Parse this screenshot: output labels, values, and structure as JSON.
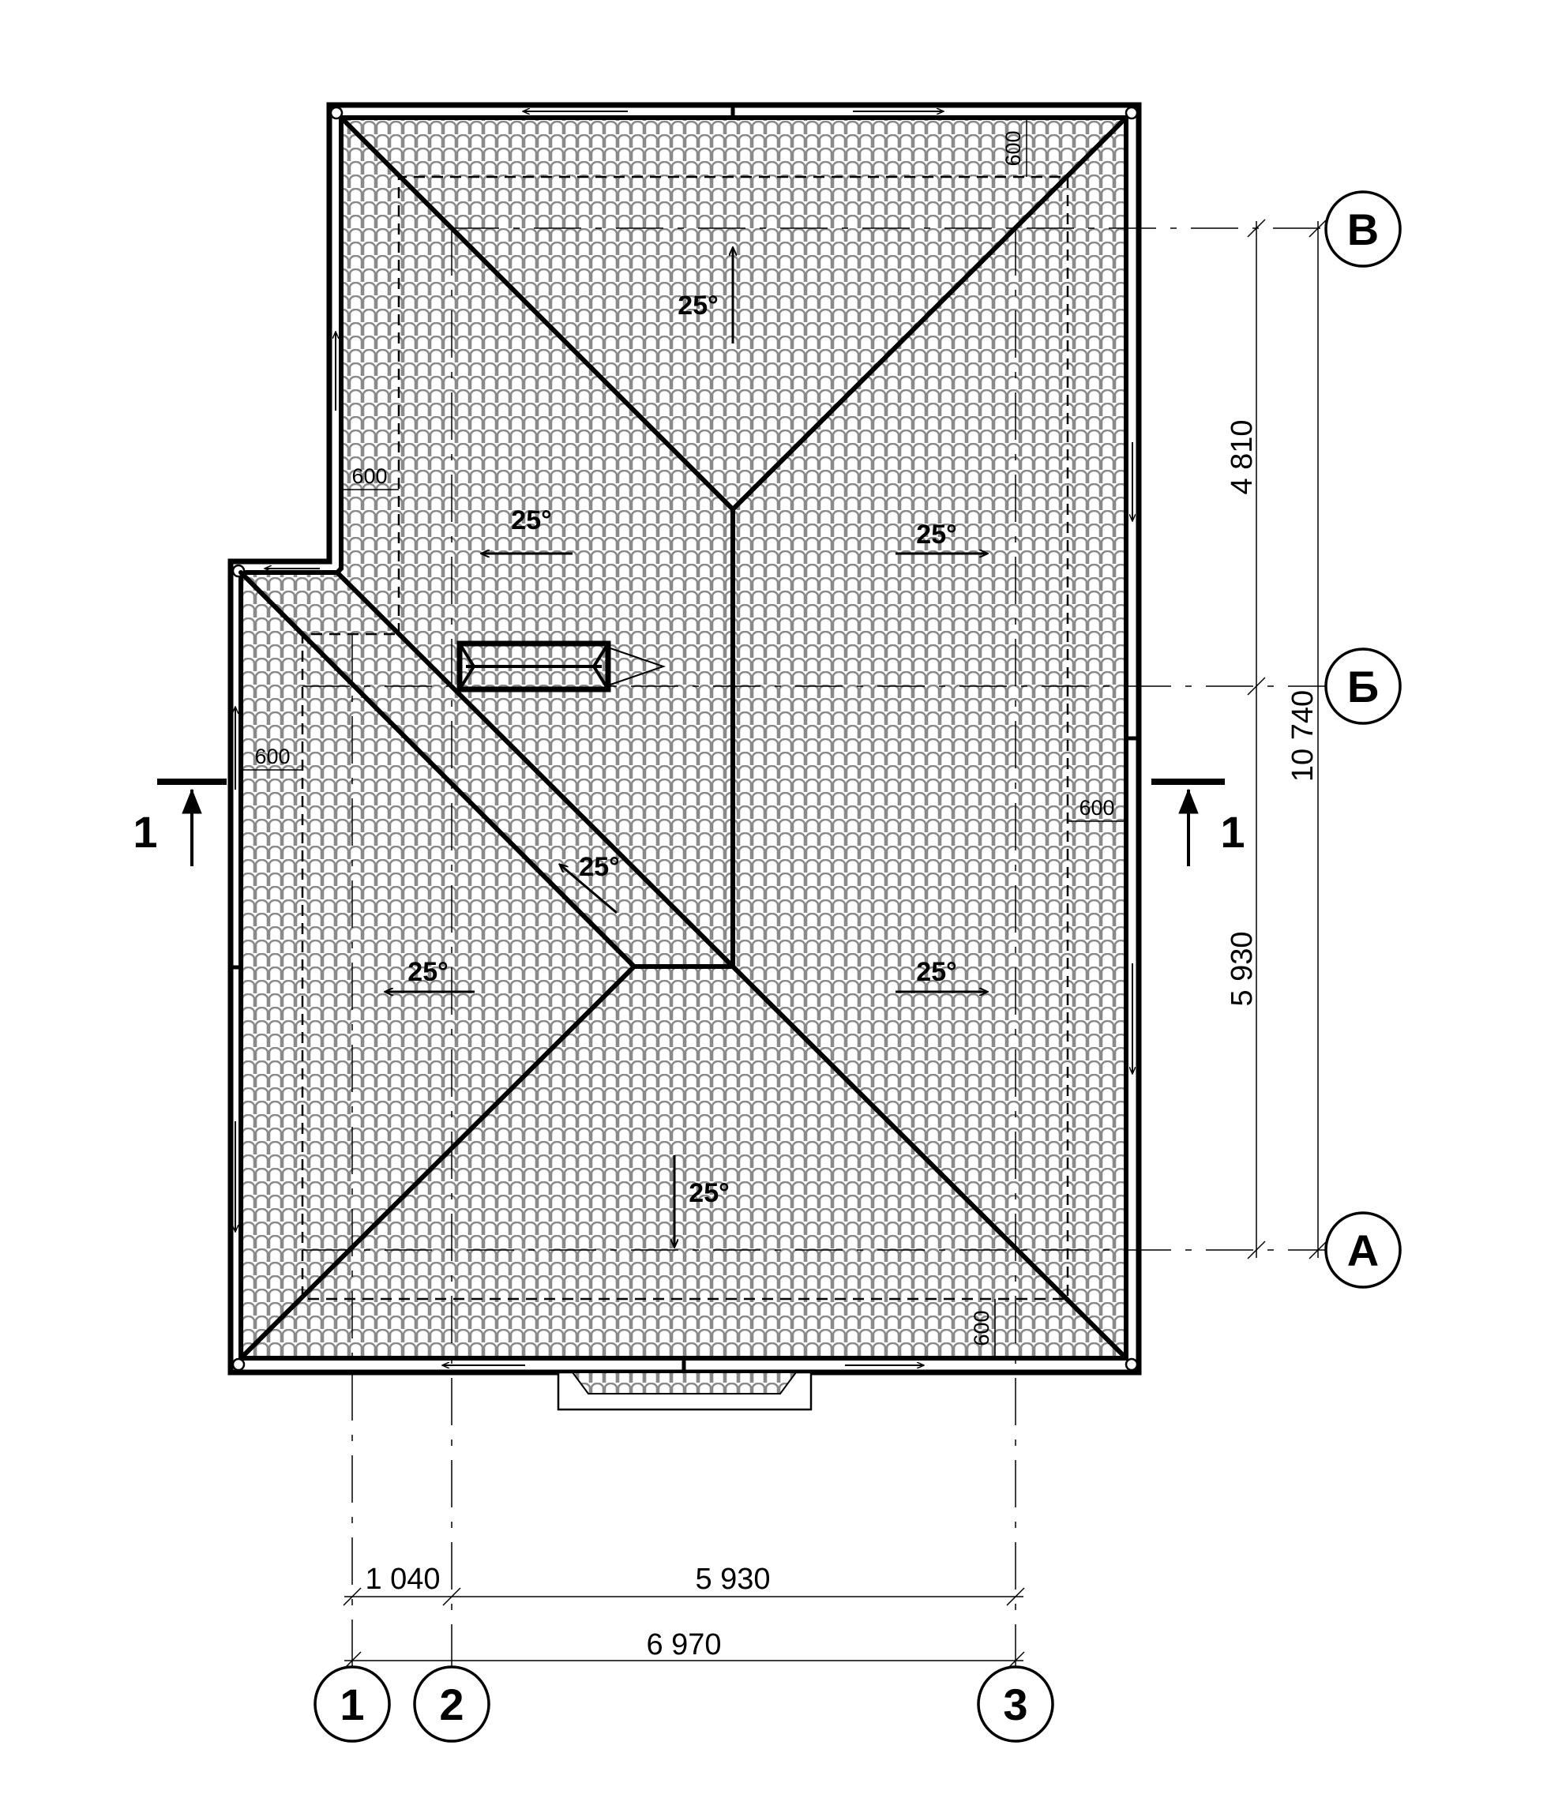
{
  "drawing": {
    "title": "Roof plan",
    "axes_rows": [
      "В",
      "Б",
      "А"
    ],
    "axes_cols": [
      "1",
      "2",
      "3"
    ],
    "section_mark": "1",
    "slopes": [
      "25°",
      "25°",
      "25°",
      "25°",
      "25°",
      "25°",
      "25°"
    ],
    "overhangs": [
      "600",
      "600",
      "600",
      "600",
      "600"
    ],
    "dims_vertical": {
      "upper": "4 810",
      "lower": "5 930",
      "total": "10 740"
    },
    "dims_horizontal": {
      "left": "1 040",
      "right": "5 930",
      "total": "6 970"
    },
    "colors": {
      "line": "#000000",
      "tile": "#8a8a8a",
      "background": "#ffffff"
    }
  }
}
